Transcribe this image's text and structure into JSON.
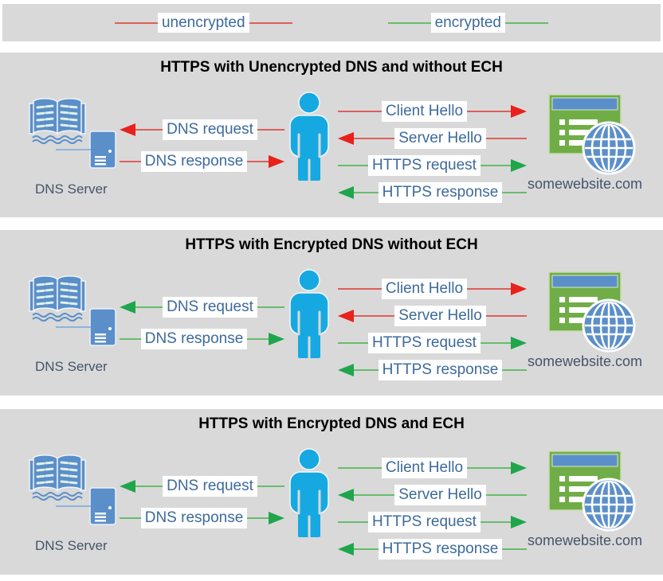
{
  "colors": {
    "panel_background": "#d9d9d9",
    "red_line": "#dd5f5a",
    "red_arrowhead": "#e8211b",
    "green_line": "#67bd6b",
    "green_arrowhead": "#1fa64c",
    "label_text": "#3d6a9b",
    "caption_text": "#44546a",
    "icon_blue": "#5b8fc9",
    "person_blue": "#16a9e1",
    "website_green": "#70ad47"
  },
  "legend": {
    "items": [
      {
        "label": "unencrypted",
        "color": "red"
      },
      {
        "label": "encrypted",
        "color": "green"
      }
    ]
  },
  "panels": [
    {
      "title": "HTTPS with Unencrypted DNS and without ECH",
      "dns_server_caption": "DNS Server",
      "website_caption": "somewebsite.com",
      "arrows": {
        "dns_request": {
          "label": "DNS request",
          "color": "red",
          "direction": "left"
        },
        "dns_response": {
          "label": "DNS response",
          "color": "red",
          "direction": "right"
        },
        "client_hello": {
          "label": "Client Hello",
          "color": "red",
          "direction": "right"
        },
        "server_hello": {
          "label": "Server Hello",
          "color": "red",
          "direction": "left"
        },
        "https_request": {
          "label": "HTTPS request",
          "color": "green",
          "direction": "right"
        },
        "https_response": {
          "label": "HTTPS response",
          "color": "green",
          "direction": "left"
        }
      }
    },
    {
      "title": "HTTPS with Encrypted DNS without ECH",
      "dns_server_caption": "DNS Server",
      "website_caption": "somewebsite.com",
      "arrows": {
        "dns_request": {
          "label": "DNS request",
          "color": "green",
          "direction": "left"
        },
        "dns_response": {
          "label": "DNS response",
          "color": "green",
          "direction": "right"
        },
        "client_hello": {
          "label": "Client Hello",
          "color": "red",
          "direction": "right"
        },
        "server_hello": {
          "label": "Server Hello",
          "color": "red",
          "direction": "left"
        },
        "https_request": {
          "label": "HTTPS request",
          "color": "green",
          "direction": "right"
        },
        "https_response": {
          "label": "HTTPS response",
          "color": "green",
          "direction": "left"
        }
      }
    },
    {
      "title": "HTTPS with Encrypted DNS and ECH",
      "dns_server_caption": "DNS Server",
      "website_caption": "somewebsite.com",
      "arrows": {
        "dns_request": {
          "label": "DNS request",
          "color": "green",
          "direction": "left"
        },
        "dns_response": {
          "label": "DNS response",
          "color": "green",
          "direction": "right"
        },
        "client_hello": {
          "label": "Client Hello",
          "color": "green",
          "direction": "right"
        },
        "server_hello": {
          "label": "Server Hello",
          "color": "green",
          "direction": "left"
        },
        "https_request": {
          "label": "HTTPS request",
          "color": "green",
          "direction": "right"
        },
        "https_response": {
          "label": "HTTPS response",
          "color": "green",
          "direction": "left"
        }
      }
    }
  ]
}
